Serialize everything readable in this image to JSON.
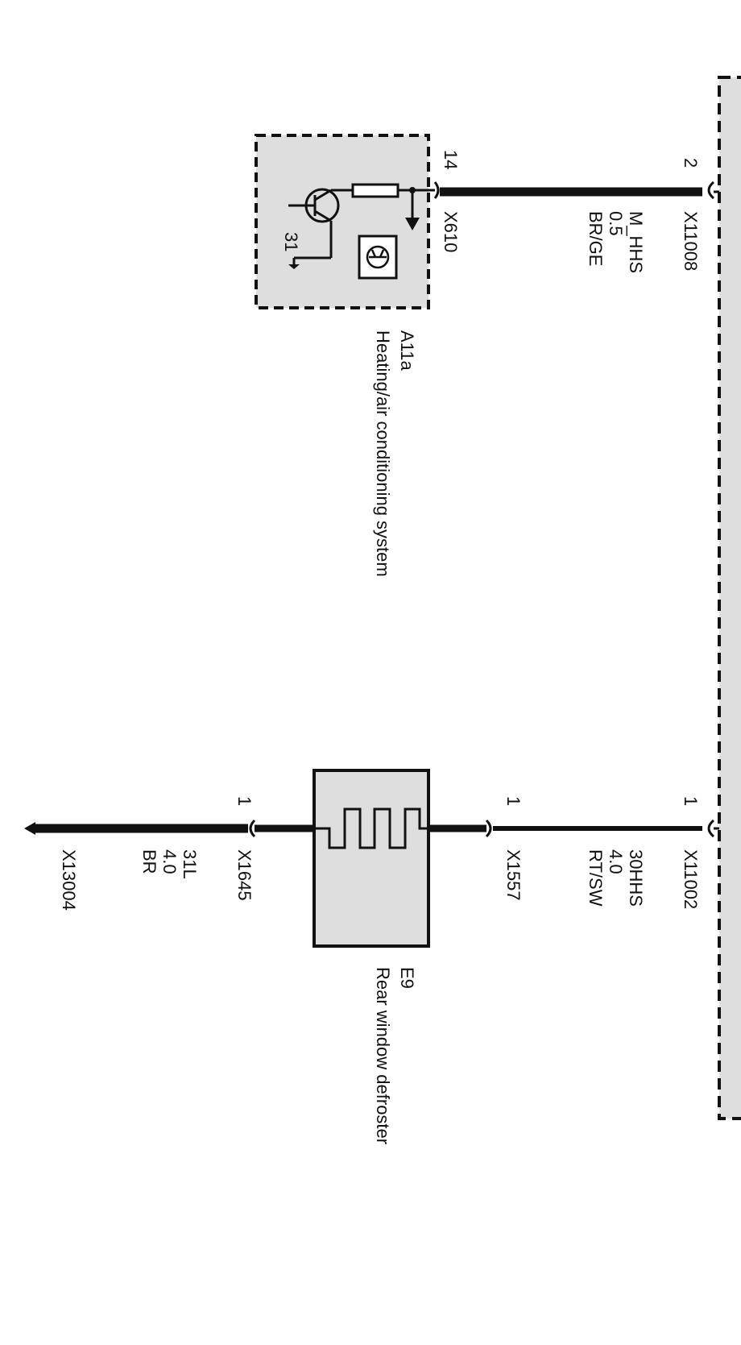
{
  "colors": {
    "line": "#111111",
    "component_fill": "#dedede",
    "background": "#ffffff"
  },
  "components": {
    "a11a": {
      "id": "A11a",
      "name": "Heating/air conditioning system",
      "terminal_31": "31"
    },
    "e9": {
      "id": "E9",
      "name": "Rear window defroster"
    }
  },
  "wires": {
    "hhs_signal": {
      "signal": "M_HHS",
      "cross_section": "0.5",
      "color": "BR/GE",
      "connector_module": "X11008",
      "pin_module": "2",
      "connector_a11a": "X610",
      "pin_a11a": "14"
    },
    "hhs_power": {
      "signal": "30HHS",
      "cross_section": "4.0",
      "color": "RT/SW",
      "connector_module": "X11002",
      "pin_module": "1",
      "connector_e9": "X1557",
      "pin_e9": "1"
    },
    "hhs_ground": {
      "signal": "31L",
      "cross_section": "4.0",
      "color": "BR",
      "connector_e9": "X1645",
      "pin_e9": "1",
      "ground_point": "X13004"
    }
  },
  "icons": [
    "transistor-icon",
    "diagnostic-transistor-icon",
    "ground-icon",
    "heating-element-icon",
    "connector-icon"
  ]
}
